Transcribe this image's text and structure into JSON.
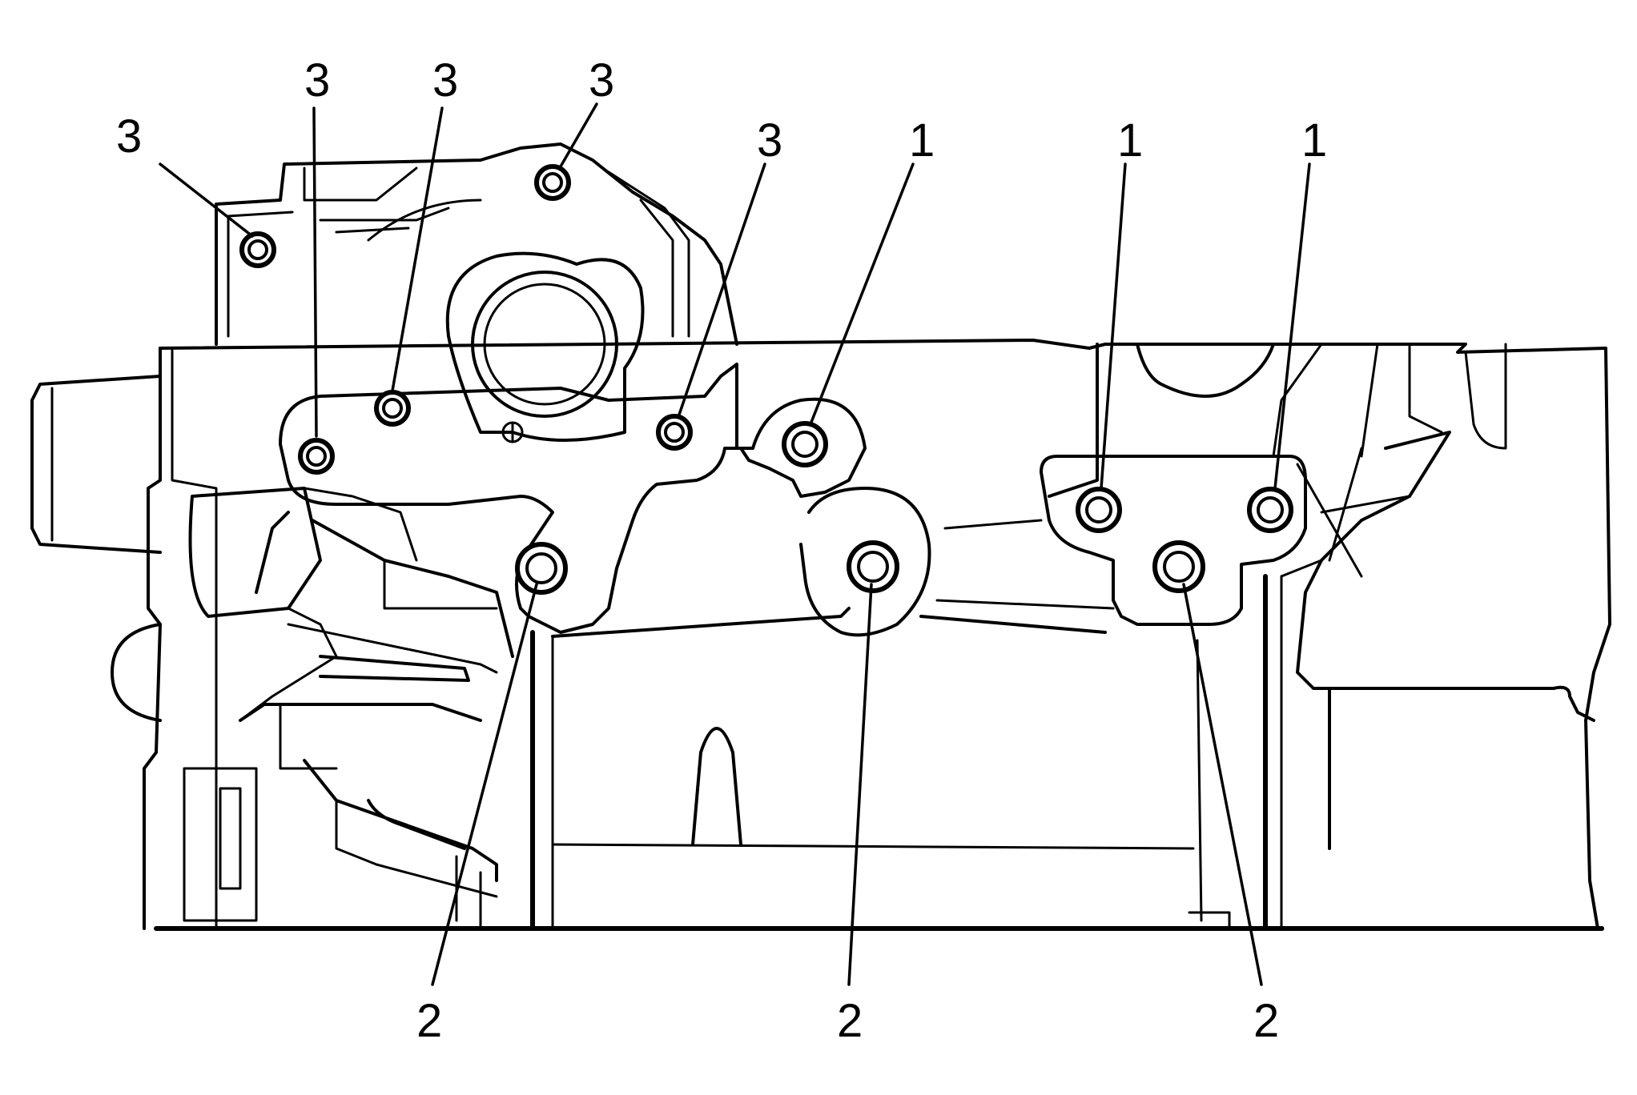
{
  "callouts": {
    "c3_a": "3",
    "c3_b": "3",
    "c3_c": "3",
    "c3_d": "3",
    "c3_e": "3",
    "c1_a": "1",
    "c1_b": "1",
    "c1_c": "1",
    "c2_a": "2",
    "c2_b": "2",
    "c2_c": "2"
  }
}
